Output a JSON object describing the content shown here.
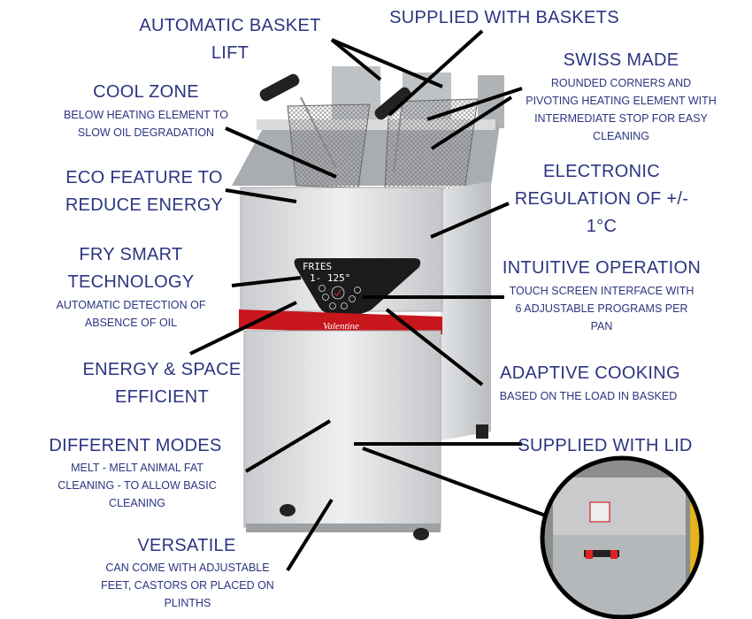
{
  "labels": {
    "basket_lift": [
      "AUTOMATIC BASKET",
      "LIFT"
    ],
    "baskets": "SUPPLIED WITH BASKETS",
    "swiss": {
      "title": "SWISS MADE",
      "sub": [
        "ROUNDED CORNERS AND",
        "PIVOTING HEATING ELEMENT WITH",
        "INTERMEDIATE STOP FOR EASY",
        "CLEANING"
      ]
    },
    "cool_zone": {
      "title": "COOL ZONE",
      "sub": [
        "BELOW HEATING ELEMENT TO",
        "SLOW OIL DEGRADATION"
      ]
    },
    "eco": [
      "ECO FEATURE TO",
      "REDUCE ENERGY"
    ],
    "electronic": [
      "ELECTRONIC",
      "REGULATION OF +/-",
      "1°C"
    ],
    "fry_smart": {
      "title": [
        "FRY SMART",
        "TECHNOLOGY"
      ],
      "sub": [
        "AUTOMATIC DETECTION OF",
        "ABSENCE OF OIL"
      ]
    },
    "intuitive": {
      "title": "INTUITIVE OPERATION",
      "sub": [
        "TOUCH SCREEN INTERFACE WITH",
        "6 ADJUSTABLE PROGRAMS PER",
        "PAN"
      ]
    },
    "energy": [
      "ENERGY & SPACE",
      "EFFICIENT"
    ],
    "adaptive": {
      "title": "ADAPTIVE COOKING",
      "sub": [
        "BASED ON THE LOAD IN BASKED"
      ]
    },
    "modes": {
      "title": "DIFFERENT MODES",
      "sub": [
        "MELT - MELT ANIMAL FAT",
        "CLEANING - TO ALLOW BASIC",
        "CLEANING"
      ]
    },
    "lid": "SUPPLIED WITH LID",
    "versatile": {
      "title": "VERSATILE",
      "sub": [
        "CAN COME WITH ADJUSTABLE",
        "FEET, CASTORS OR PLACED ON",
        "PLINTHS"
      ]
    }
  },
  "product": {
    "brand": "Valentine",
    "display_line1": "FRIES",
    "display_line2": "1- 125°"
  },
  "colors": {
    "text": "#2c3580",
    "brand_red": "#c8161d",
    "steel": "#d4d6d8"
  }
}
